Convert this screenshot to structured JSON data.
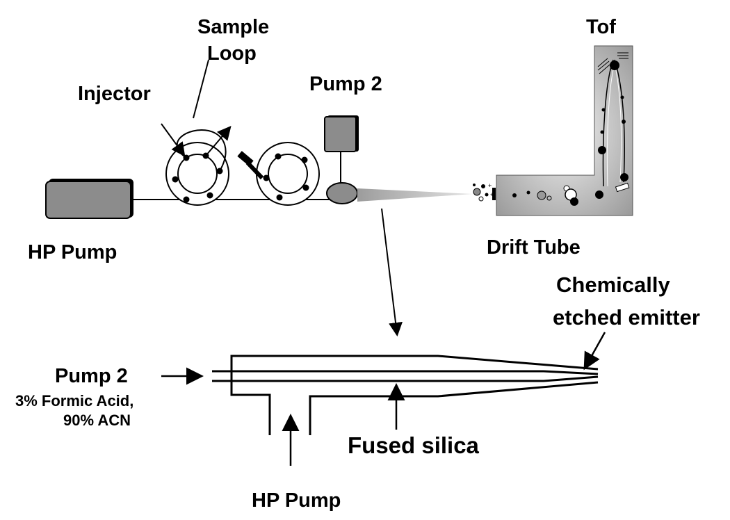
{
  "labels": {
    "sample_loop_line1": "Sample",
    "sample_loop_line2": "Loop",
    "injector": "Injector",
    "pump2_top": "Pump 2",
    "tof": "Tof",
    "hp_pump_top": "HP Pump",
    "drift_tube": "Drift Tube",
    "emitter_line1": "Chemically",
    "emitter_line2": "etched emitter",
    "pump2_bottom": "Pump 2",
    "solvent_line1": "3% Formic Acid,",
    "solvent_line2": "90% ACN",
    "fused_silica": "Fused silica",
    "hp_pump_bottom": "HP Pump"
  },
  "colors": {
    "pump_fill": "#8c8c8c",
    "tof_fill": "#b4b4b4",
    "line": "#000000",
    "spray": "#a8a8a8"
  }
}
